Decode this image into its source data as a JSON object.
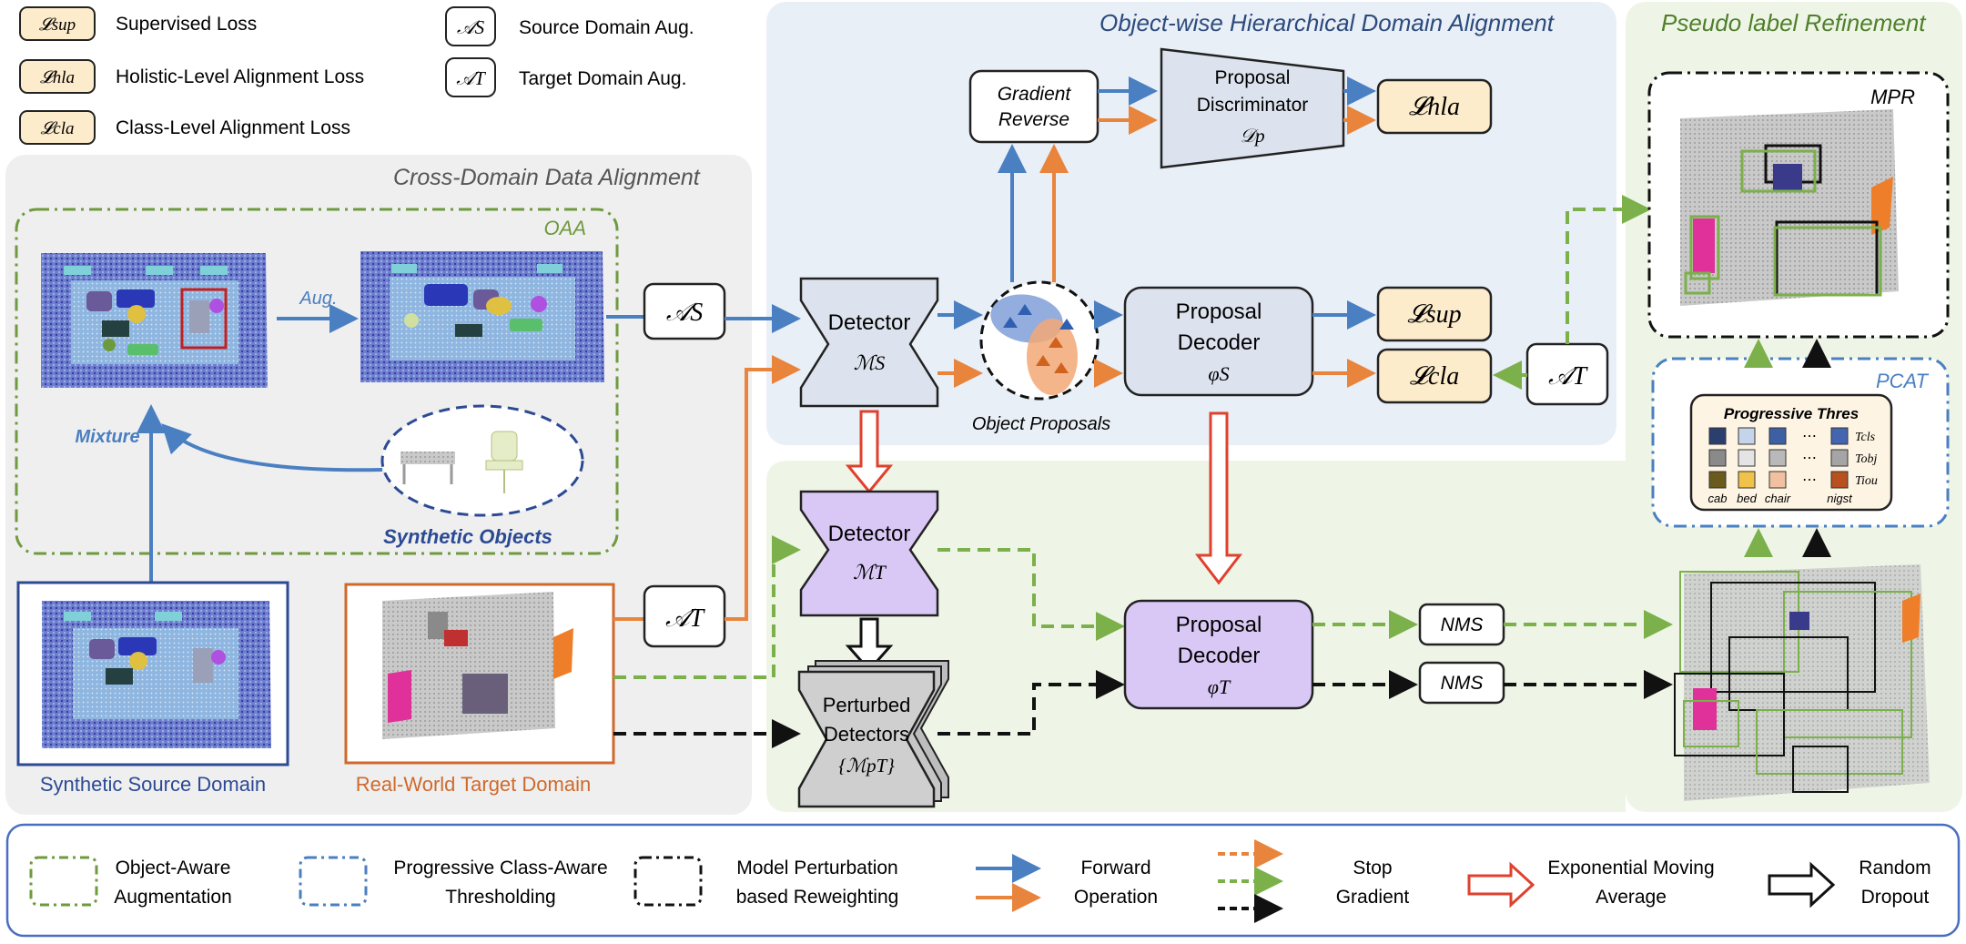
{
  "legend_top": {
    "supervised_symbol": "𝓛sup",
    "supervised_label": "Supervised Loss",
    "holistic_symbol": "𝓛hla",
    "holistic_label": "Holistic-Level Alignment Loss",
    "class_symbol": "𝓛cla",
    "class_label": "Class-Level Alignment Loss",
    "source_aug_symbol": "𝒜S",
    "source_aug_label": "Source Domain Aug.",
    "target_aug_symbol": "𝒜T",
    "target_aug_label": "Target Domain Aug."
  },
  "regions": {
    "cross_domain_title": "Cross-Domain Data Alignment",
    "oaa_title": "OAA",
    "object_wise_title": "Object-wise Hierarchical Domain Alignment",
    "pseudo_label_title": "Pseudo label Refinement",
    "mpr_title": "MPR",
    "pcat_title": "PCAT"
  },
  "labels": {
    "aug": "Aug.",
    "mixture": "Mixture",
    "synthetic_objects": "Synthetic Objects",
    "synthetic_source_domain": "Synthetic Source Domain",
    "real_world_target_domain": "Real-World Target Domain",
    "object_proposals": "Object Proposals"
  },
  "boxes": {
    "aug_s": "𝒜S",
    "aug_t_left": "𝒜T",
    "aug_t_right": "𝒜T",
    "gradient_reverse_line1": "Gradient",
    "gradient_reverse_line2": "Reverse",
    "discriminator_line1": "Proposal",
    "discriminator_line2": "Discriminator",
    "discriminator_symbol": "𝒟p",
    "loss_hla": "𝓛hla",
    "loss_sup": "𝓛sup",
    "loss_cla": "𝓛cla",
    "detector_s_label": "Detector",
    "detector_s_symbol": "ℳS",
    "decoder_s_line1": "Proposal",
    "decoder_s_line2": "Decoder",
    "decoder_s_symbol": "φS",
    "detector_t_label": "Detector",
    "detector_t_symbol": "ℳT",
    "perturbed_line1": "Perturbed",
    "perturbed_line2": "Detectors",
    "perturbed_symbol": "{ℳpT}",
    "decoder_t_line1": "Proposal",
    "decoder_t_line2": "Decoder",
    "decoder_t_symbol": "φT",
    "nms_green": "NMS",
    "nms_black": "NMS"
  },
  "progressive_thres": {
    "title": "Progressive Thres",
    "row_labels": [
      "Tcls",
      "Tobj",
      "Tiou"
    ],
    "col_labels": [
      "cab",
      "bed",
      "chair",
      "nigst"
    ],
    "ellipsis": "⋯",
    "colors": {
      "row1": [
        "#2b3f6e",
        "#c5d4ea",
        "#3d5fa3",
        "#4466b0"
      ],
      "row2": [
        "#8a8a8a",
        "#e4e4e4",
        "#b9b9b9",
        "#a5a5a5"
      ],
      "row3": [
        "#6a5a1e",
        "#f0c24a",
        "#f0c0a0",
        "#b8501f"
      ]
    }
  },
  "legend_bottom": {
    "oaa_line1": "Object-Aware",
    "oaa_line2": "Augmentation",
    "pcat_line1": "Progressive Class-Aware",
    "pcat_line2": "Thresholding",
    "mpr_line1": "Model Perturbation",
    "mpr_line2": "based Reweighting",
    "forward_line1": "Forward",
    "forward_line2": "Operation",
    "stop_line1": "Stop",
    "stop_line2": "Gradient",
    "ema_line1": "Exponential Moving",
    "ema_line2": "Average",
    "dropout_line1": "Random",
    "dropout_line2": "Dropout"
  },
  "colors": {
    "forward_blue": "#4a7fc1",
    "forward_orange": "#e8843c",
    "stop_green": "#7bb04a",
    "ema_red": "#e0412e",
    "region_gray": "#efefef",
    "region_blue": "#e9eff7",
    "region_green": "#eef5e6",
    "loss_fill": "#fdeccb",
    "detector_s_fill": "#dde3ee",
    "detector_t_fill": "#d9c8f5",
    "perturbed_fill": "#cfcfcf",
    "source_border": "#2c4a94",
    "target_border": "#cf6a2c"
  }
}
